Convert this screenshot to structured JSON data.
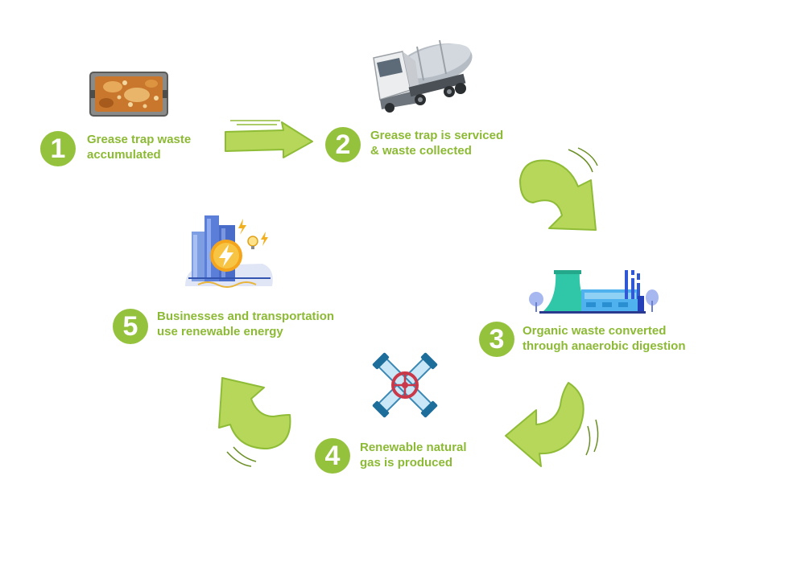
{
  "colors": {
    "accent": "#95c23d",
    "arrow_fill": "#b6d75a",
    "arrow_stroke": "#8fbc36",
    "text": "#8cba35"
  },
  "steps": [
    {
      "number": "1",
      "line1": "Grease trap waste",
      "line2": "accumulated",
      "icon": "grease-trap-icon"
    },
    {
      "number": "2",
      "line1": "Grease trap is serviced",
      "line2": "& waste collected",
      "icon": "tanker-truck-icon"
    },
    {
      "number": "3",
      "line1": "Organic waste converted",
      "line2": "through anaerobic digestion",
      "icon": "digestion-plant-icon"
    },
    {
      "number": "4",
      "line1": "Renewable natural",
      "line2": "gas is produced",
      "icon": "gas-valve-icon"
    },
    {
      "number": "5",
      "line1": "Businesses and transportation",
      "line2": "use renewable energy",
      "icon": "renewable-city-icon"
    }
  ]
}
